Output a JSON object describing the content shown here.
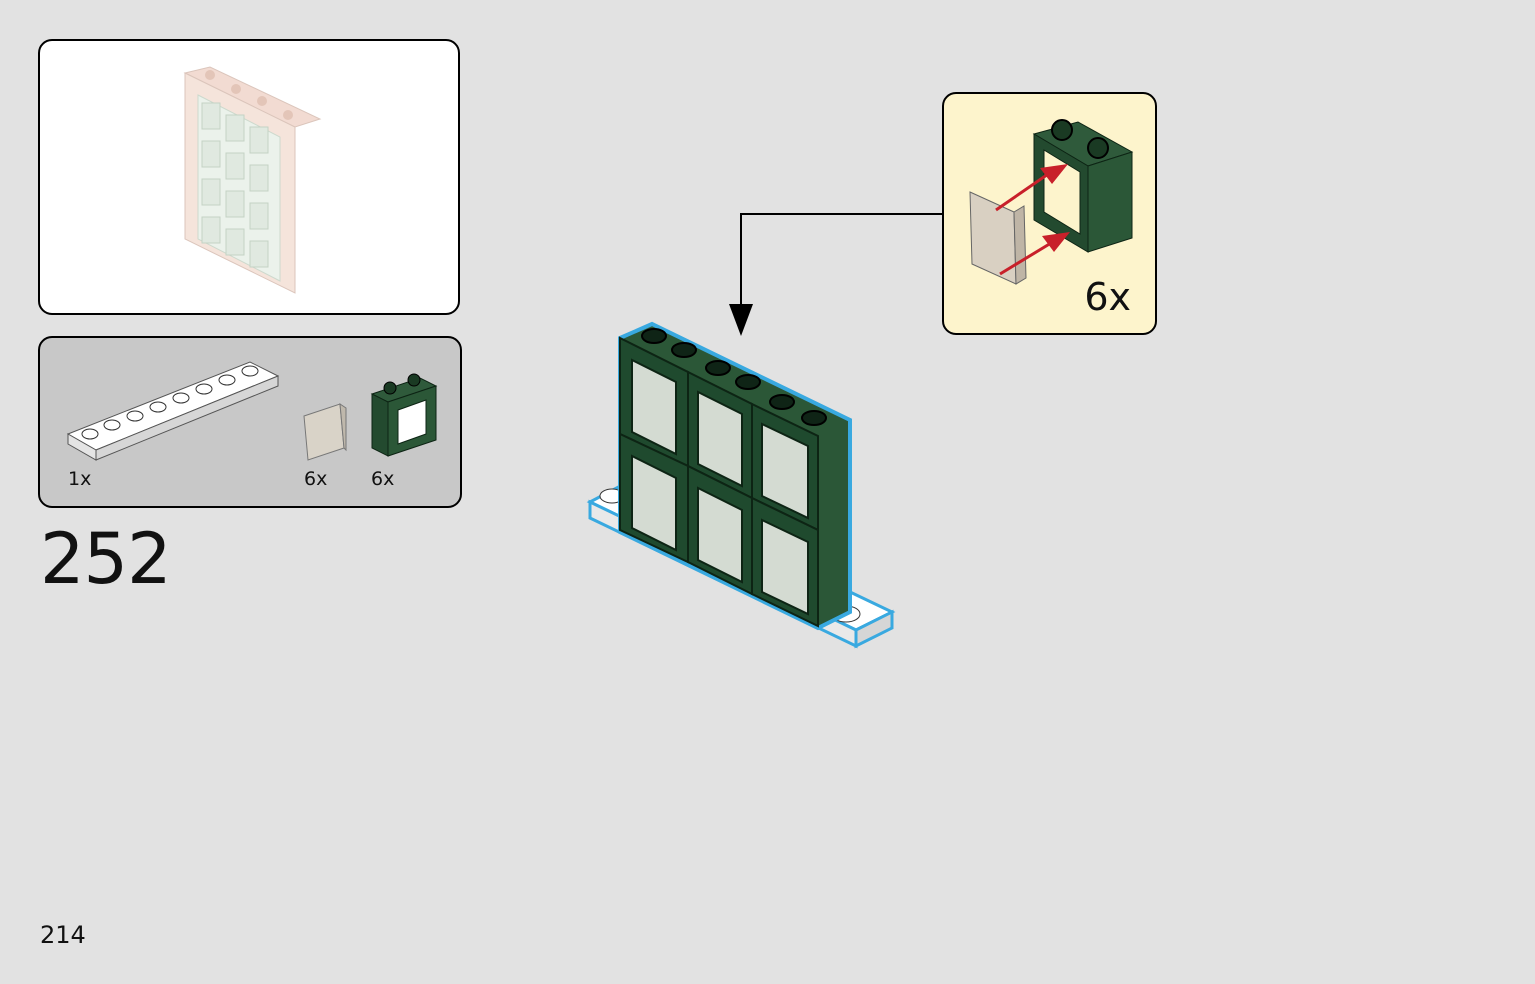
{
  "parts_list": {
    "items": [
      {
        "name": "white rail plate",
        "qty": "1x"
      },
      {
        "name": "transparent window glass",
        "qty": "6x"
      },
      {
        "name": "dark green window frame",
        "qty": "6x"
      }
    ]
  },
  "step": {
    "number": "252"
  },
  "callout": {
    "qty": "6x"
  },
  "page": {
    "number": "214"
  },
  "colors": {
    "background": "#e2e2e2",
    "frame_green": "#1f4a2e",
    "callout_bg": "#fdf4cc",
    "highlight": "#39a9e0",
    "arrow_red": "#c8202a"
  }
}
